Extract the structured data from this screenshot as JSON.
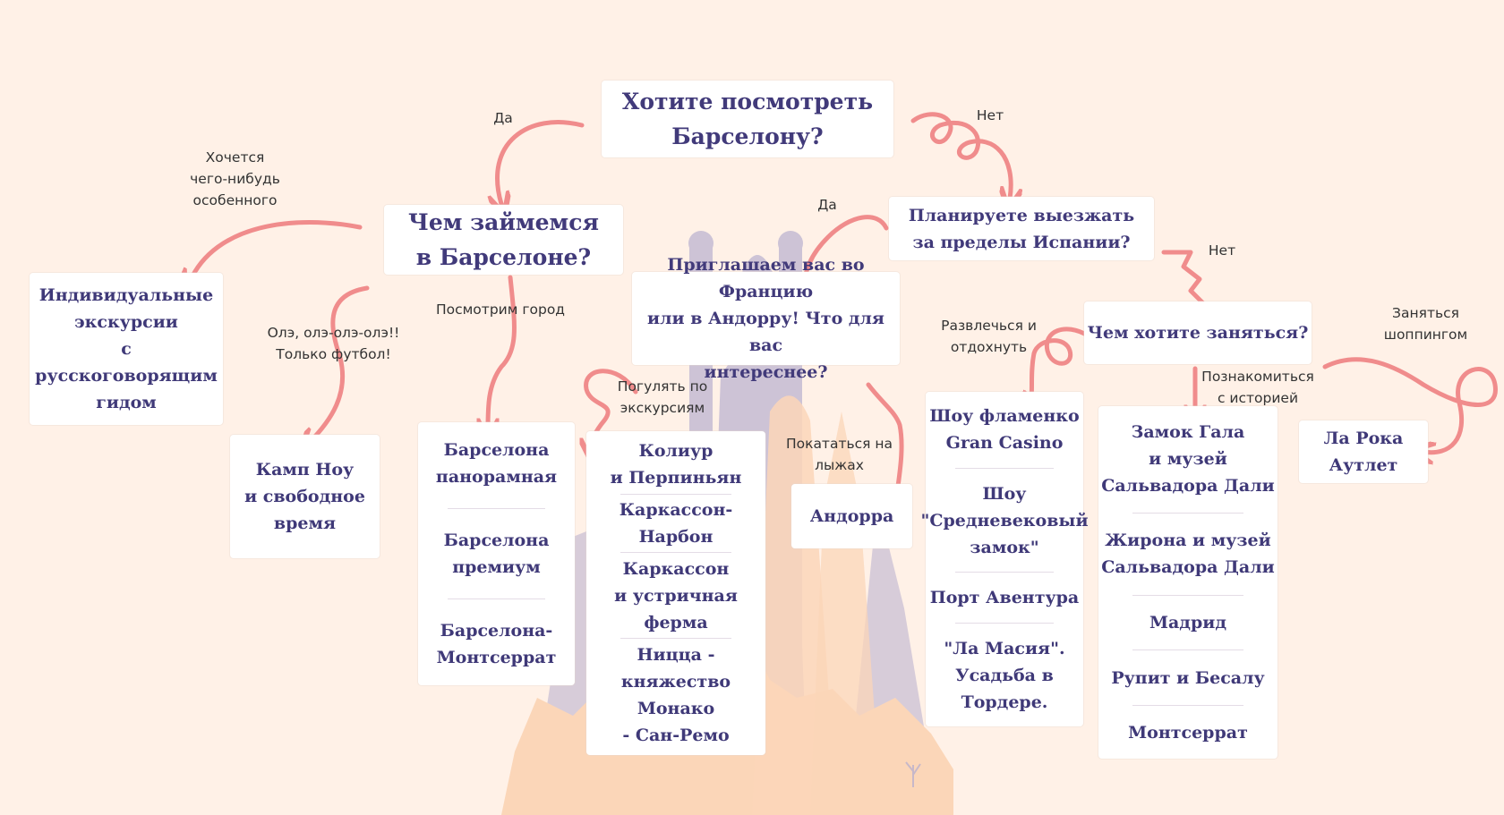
{
  "colors": {
    "background": "#fff1e7",
    "arrow": "#f08c8c",
    "text": "#413a7a",
    "silhouette": "#c9bfd4"
  },
  "questions": {
    "root": "Хотите посмотреть\nБарселону?",
    "what_to_do": "Чем займемся\nв Барселоне?",
    "leave_spain": "Планируете выезжать\nза пределы Испании?",
    "france_andorra": "Приглашаем вас во Францию\nили в Андорру! Что для вас\nинтереснее?",
    "activity": "Чем хотите заняться?"
  },
  "labels": {
    "yes_1": "Да",
    "no_1": "Нет",
    "special": "Хочется\nчего-нибудь\nособенного",
    "football": "Олэ, олэ-олэ-олэ!!\nТолько футбол!",
    "city": "Посмотрим город",
    "yes_2": "Да",
    "tours": "Погулять по\nэкскурсиям",
    "ski": "Покататься на\nлыжах",
    "no_2": "Нет",
    "fun": "Развлечься и\nотдохнуть",
    "history": "Познакомиться\nс историей",
    "shopping": "Заняться\nшоппингом"
  },
  "answers": {
    "individual": "Индивидуальные\nэкскурсии\nс русскоговорящим\nгидом",
    "camp_nou": "Камп Ноу\nи свободное\nвремя",
    "barcelona_tours": [
      "Барселона\nпанорамная",
      "Барселона\nпремиум",
      "Барселона-\nМонтсеррат"
    ],
    "france_tours": [
      "Колиур\nи Перпиньян",
      "Каркассон-\nНарбон",
      "Каркассон\nи устричная ферма",
      "Ницца -\nкняжество Монако\n- Сан-Ремо"
    ],
    "andorra": "Андорра",
    "fun_list": [
      "Шоу фламенко\nGran Casino",
      "Шоу\n\"Средневековый\nзамок\"",
      "Порт Авентура",
      "\"Ла Масия\".\nУсадьба в\nТордере."
    ],
    "history_list": [
      "Замок Гала\nи музей\nСальвадора Дали",
      "Жирона и музей\nСальвадора Дали",
      "Мадрид",
      "Рупит и Бесалу",
      "Монтсеррат"
    ],
    "outlet": "Ла Рока\nАутлет"
  },
  "icons": [
    "sagrada-familia-silhouette",
    "curved-arrow"
  ]
}
